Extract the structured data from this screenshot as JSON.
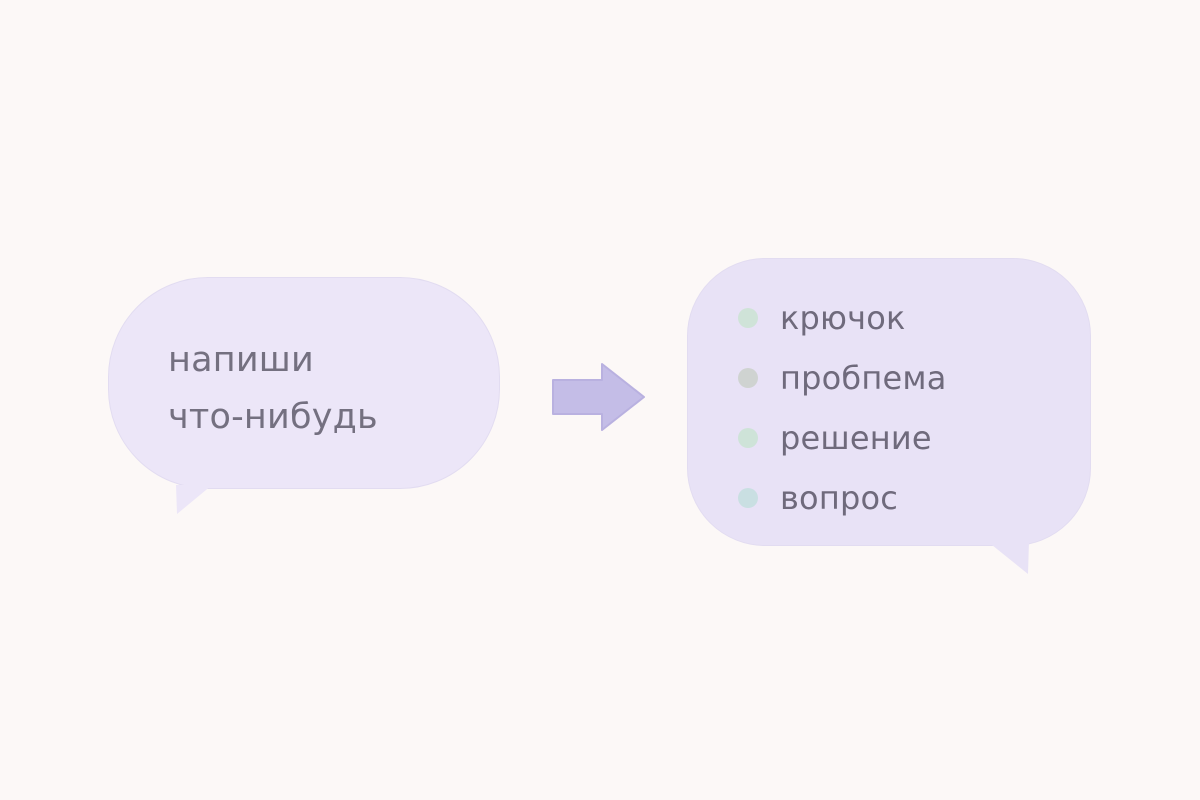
{
  "prompt": {
    "lines": [
      "напиши",
      "что-нибудь"
    ]
  },
  "outline": {
    "items": [
      {
        "label": "крючок",
        "dot_color": "#cfe3d8"
      },
      {
        "label": "пробпема",
        "dot_color": "#cfd3d1"
      },
      {
        "label": "решение",
        "dot_color": "#cee3d8"
      },
      {
        "label": "вопрос",
        "dot_color": "#c9dfe2"
      }
    ]
  },
  "colors": {
    "background": "#fcf8f7",
    "bubble": "#ebe5f7",
    "arrow": "#c4bde7",
    "text": "#747080"
  },
  "icons": {
    "transform_arrow": "arrow-right-icon"
  }
}
